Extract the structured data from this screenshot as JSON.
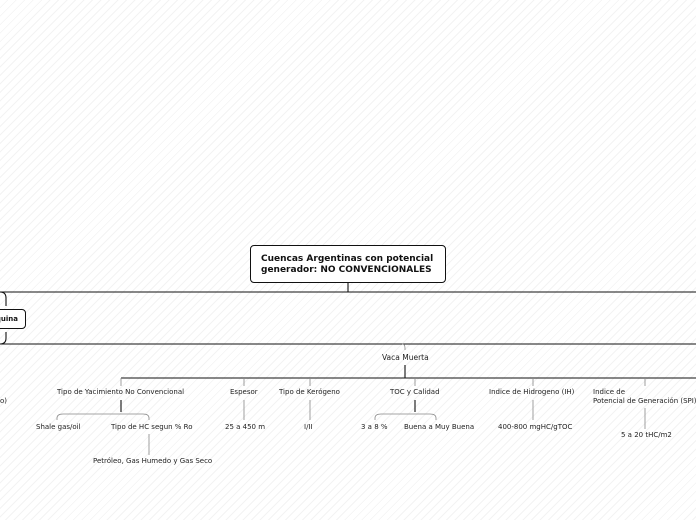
{
  "root": {
    "line1": "Cuencas Argentinas con potencial",
    "line2": "generador: NO CONVENCIONALES"
  },
  "branch_left": {
    "label": "quina"
  },
  "partial_left": {
    "label": "o)"
  },
  "vaca_muerta": {
    "label": "Vaca Muerta",
    "tipo_yacimiento": {
      "label": "Tipo de Yacimiento No Convencional",
      "shale": "Shale gas/oil",
      "tipo_hc": "Tipo de HC segun % Ro",
      "petroleo": "Petróleo, Gas Humedo y Gas Seco"
    },
    "espesor": {
      "label": "Espesor",
      "value": "25 a 450 m"
    },
    "kerogeno": {
      "label": "Tipo de Kerógeno",
      "value": "I/II"
    },
    "toc": {
      "label": "TOC y Calidad",
      "value1": "3 a 8 %",
      "value2": "Buena a Muy Buena"
    },
    "ih": {
      "label": "Indice de Hidrogeno (IH)",
      "value": "400-800 mgHC/gTOC"
    },
    "spi": {
      "line1": "Indice de",
      "line2": "Potencial de Generación (SPI)",
      "value": "5 a 20 tHC/m2"
    }
  }
}
